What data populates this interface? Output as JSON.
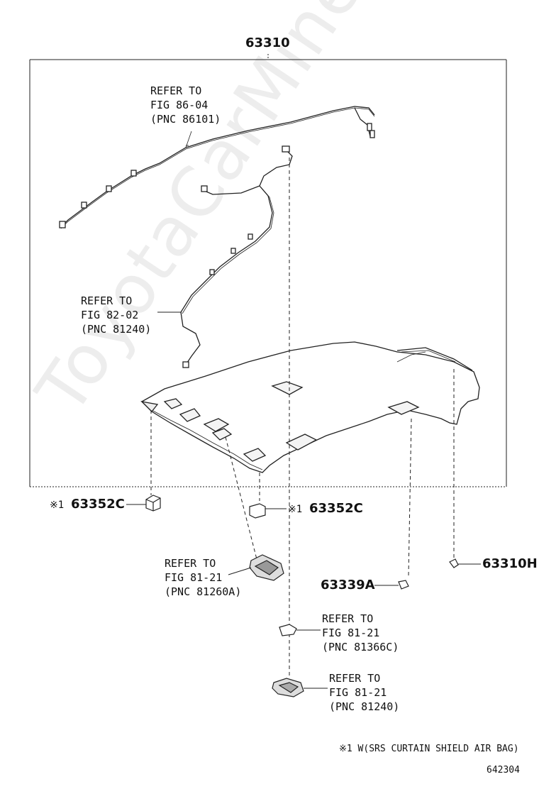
{
  "main_part": "63310",
  "callouts": {
    "wire_86": [
      "REFER TO",
      "FIG 86-04",
      "(PNC 86101)"
    ],
    "wire_82": [
      "REFER TO",
      "FIG 82-02",
      "(PNC 81240)"
    ],
    "lamp_81260a": [
      "REFER TO",
      "FIG 81-21",
      "(PNC 81260A)"
    ],
    "lamp_81366c": [
      "REFER TO",
      "FIG 81-21",
      "(PNC 81366C)"
    ],
    "lamp_81240": [
      "REFER TO",
      "FIG 81-21",
      "(PNC 81240)"
    ]
  },
  "parts": {
    "p63352c_left": {
      "mark": "※1",
      "number": "63352C"
    },
    "p63352c_right": {
      "mark": "※1",
      "number": "63352C"
    },
    "p63339a": "63339A",
    "p63310h": "63310H"
  },
  "footnote": "※1 W(SRS CURTAIN SHIELD AIR BAG)",
  "figure_code": "642304",
  "watermark": "ToyotaCarMine.ru",
  "colors": {
    "ink": "#111111",
    "watermark": "#bebebe"
  }
}
